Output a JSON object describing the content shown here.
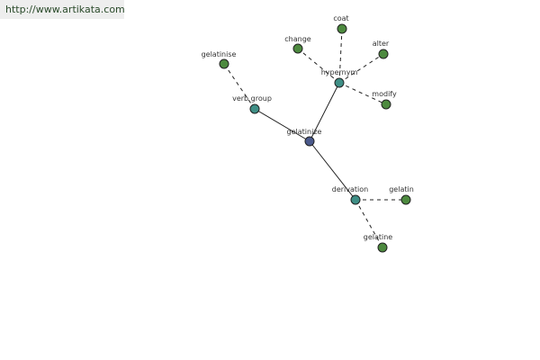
{
  "banner": {
    "url": "http://www.artikata.com"
  },
  "graph": {
    "colors": {
      "center": "#4b5a8c",
      "relation": "#3f8f86",
      "word": "#4d8a3f",
      "stroke": "#222222"
    },
    "nodes": {
      "gelatinize": {
        "label": "gelatinize",
        "kind": "center"
      },
      "verb_group": {
        "label": "verb group",
        "kind": "relation"
      },
      "hypernym": {
        "label": "hypernym",
        "kind": "relation"
      },
      "derivation": {
        "label": "derivation",
        "kind": "relation"
      },
      "gelatinise": {
        "label": "gelatinise",
        "kind": "word"
      },
      "change": {
        "label": "change",
        "kind": "word"
      },
      "coat": {
        "label": "coat",
        "kind": "word"
      },
      "alter": {
        "label": "alter",
        "kind": "word"
      },
      "modify": {
        "label": "modify",
        "kind": "word"
      },
      "gelatin": {
        "label": "gelatin",
        "kind": "word"
      },
      "gelatine": {
        "label": "gelatine",
        "kind": "word"
      }
    }
  }
}
